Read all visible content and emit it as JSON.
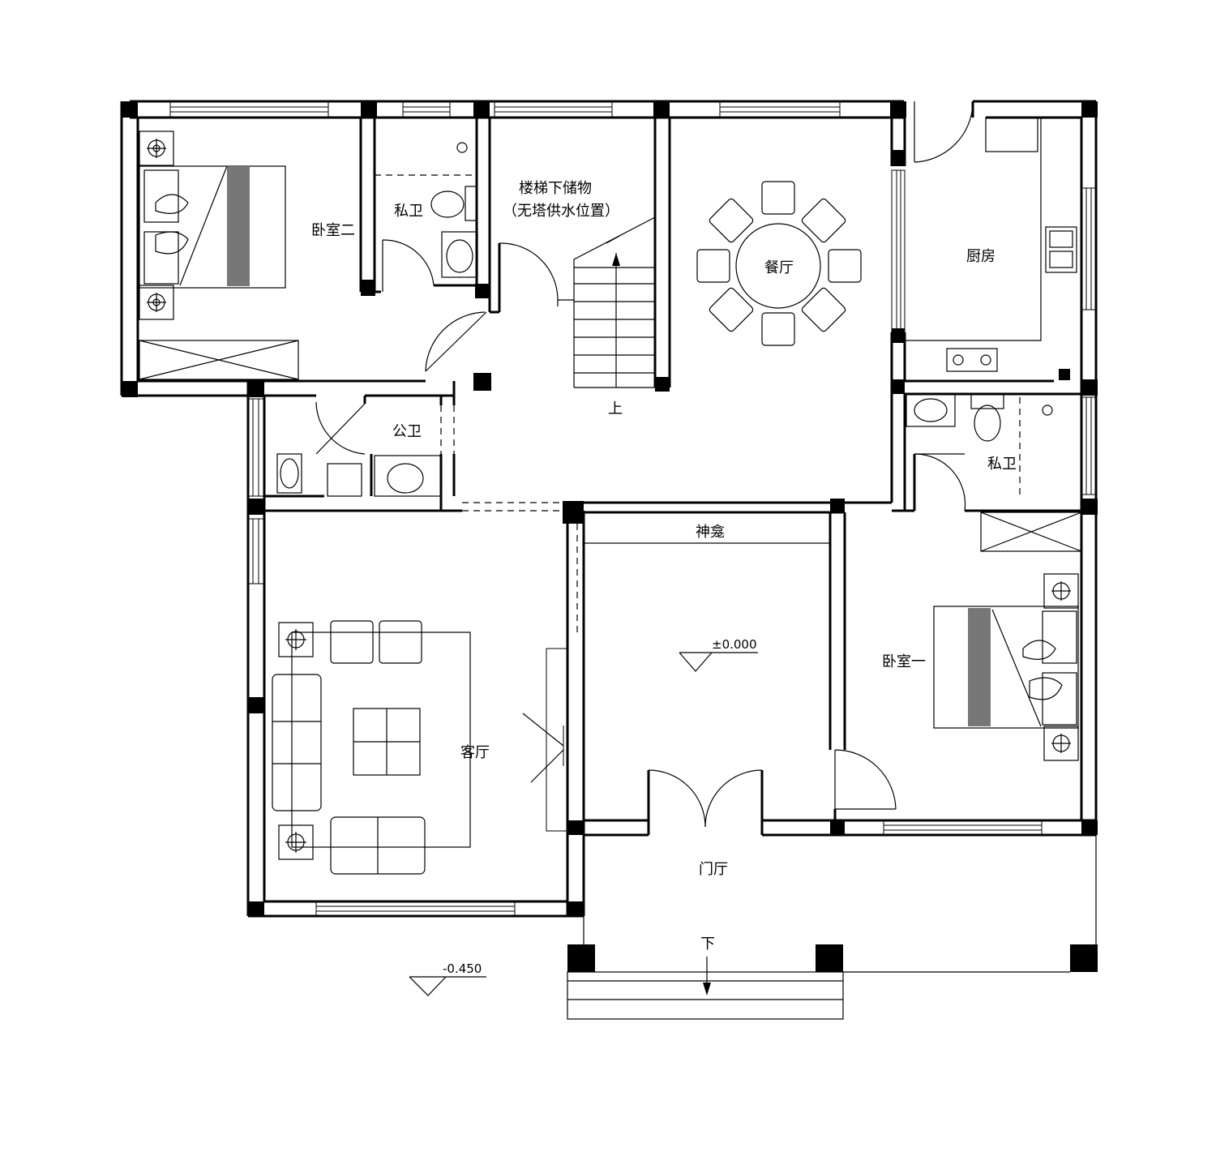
{
  "rooms": {
    "bedroom_two": "卧室二",
    "private_bath_top": "私卫",
    "stair_storage_line1": "楼梯下储物",
    "stair_storage_line2": "（无塔供水位置）",
    "dining": "餐厅",
    "kitchen": "厨房",
    "public_bath": "公卫",
    "private_bath_right": "私卫",
    "shrine": "神龛",
    "living": "客厅",
    "bedroom_one": "卧室一",
    "foyer": "门厅"
  },
  "stairs": {
    "up_label": "上",
    "down_label": "下"
  },
  "elevations": {
    "interior": "±0.000",
    "exterior": "-0.450"
  }
}
